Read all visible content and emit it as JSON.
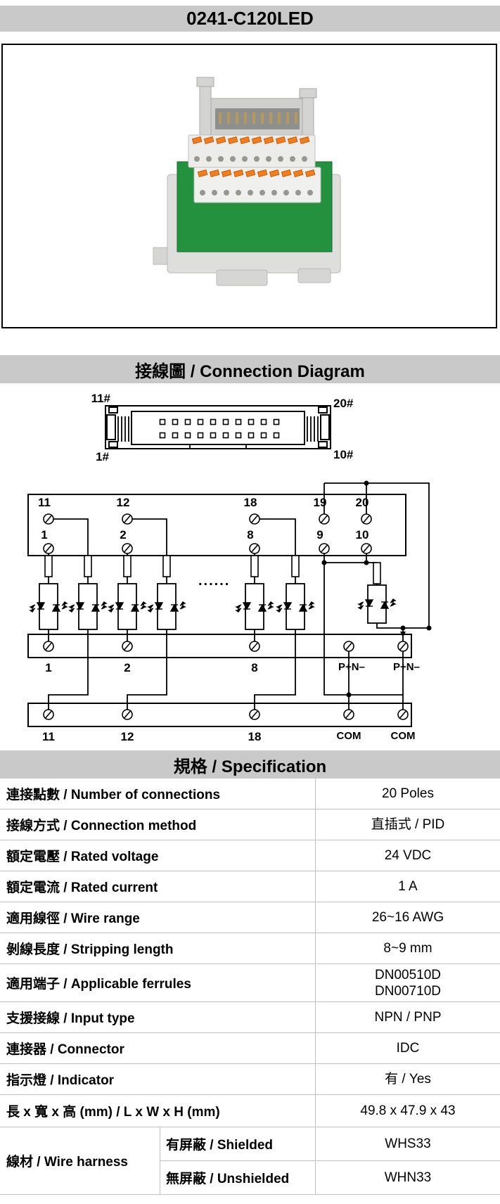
{
  "header": {
    "title": "0241-C120LED"
  },
  "sections": {
    "diagram_title": "接線圖 / Connection Diagram",
    "spec_title": "規格 / Specification"
  },
  "diagram": {
    "connector": {
      "top_left": "11#",
      "top_right": "20#",
      "bottom_left": "1#",
      "bottom_right": "10#"
    },
    "upper_terminals": {
      "top_row": [
        "11",
        "12",
        "18",
        "19",
        "20"
      ],
      "bottom_row": [
        "1",
        "2",
        "8",
        "9",
        "10"
      ]
    },
    "ellipsis": "......",
    "strip1": {
      "labels": [
        "1",
        "2",
        "8",
        "P+N–",
        "P+N–"
      ]
    },
    "strip2": {
      "labels": [
        "11",
        "12",
        "18",
        "COM",
        "COM"
      ]
    }
  },
  "spec": {
    "rows": [
      {
        "label": "連接點數 / Number of connections",
        "value": "20 Poles"
      },
      {
        "label": "接線方式 / Connection method",
        "value": "直插式 / PID"
      },
      {
        "label": "額定電壓 / Rated voltage",
        "value": "24 VDC"
      },
      {
        "label": "額定電流 / Rated current",
        "value": "1 A"
      },
      {
        "label": "適用線徑 / Wire range",
        "value": "26~16 AWG"
      },
      {
        "label": "剝線長度 / Stripping length",
        "value": "8~9 mm"
      },
      {
        "label": "適用端子 / Applicable ferrules",
        "value": "DN00510D\nDN00710D"
      },
      {
        "label": "支援接線 / Input type",
        "value": "NPN / PNP"
      },
      {
        "label": "連接器 / Connector",
        "value": "IDC"
      },
      {
        "label": "指示燈 / Indicator",
        "value": "有 / Yes"
      },
      {
        "label": "長 x 寬 x 高 (mm) / L x W x H (mm)",
        "value": "49.8 x 47.9 x 43"
      }
    ],
    "wire_harness": {
      "label": "線材 / Wire harness",
      "rows": [
        {
          "label": "有屏蔽 / Shielded",
          "value": "WHS33"
        },
        {
          "label": "無屏蔽 / Unshielded",
          "value": "WHN33"
        }
      ]
    }
  },
  "colors": {
    "header_bg": "#c9c9c9",
    "grid_line": "#c0c0c0",
    "lever_orange": "#f07d1f",
    "pcb_green": "#23913e"
  }
}
